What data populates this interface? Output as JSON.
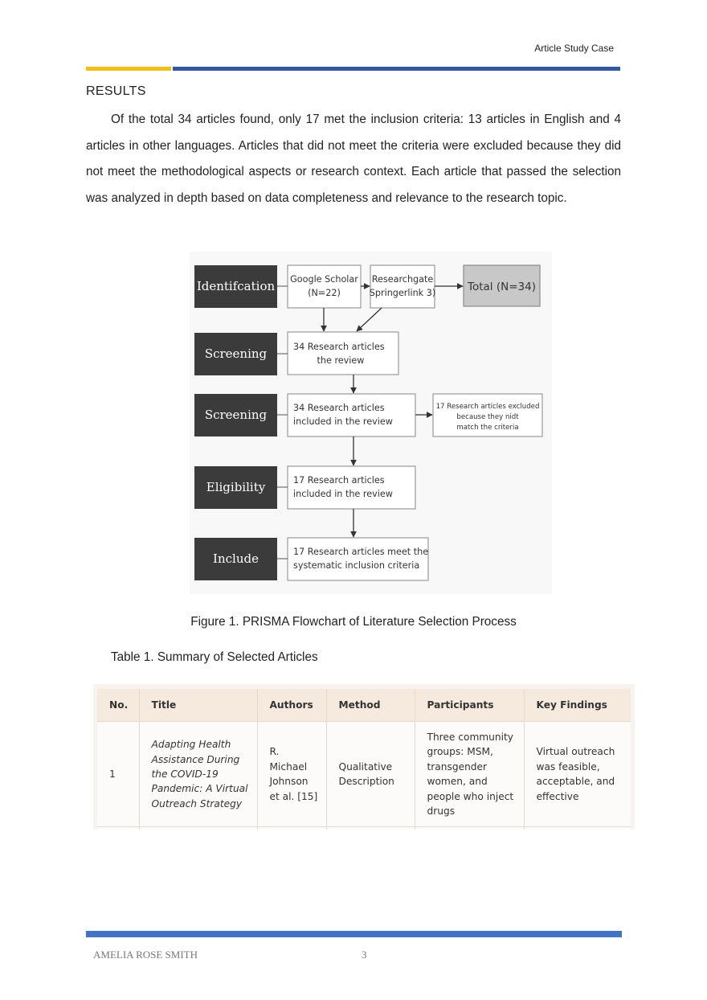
{
  "header": {
    "title": "Article Study Case"
  },
  "section": {
    "heading": "RESULTS"
  },
  "body": {
    "paragraph": "Of the total 34 articles found, only 17 met the inclusion criteria: 13 articles in English and 4 articles in other languages. Articles that did not meet the criteria were excluded because they did not meet the methodological aspects or research context. Each article that passed the selection was analyzed in depth based on data completeness and relevance to the research topic."
  },
  "flowchart": {
    "stages": [
      "Identifcation",
      "Screening",
      "Screening",
      "Eligibility",
      "Include"
    ],
    "google": [
      "Google Scholar",
      "(N=22)"
    ],
    "researchgate": [
      "Researchgate",
      "Springerlink 3)"
    ],
    "total": "Total (N=34)",
    "box2": [
      "34 Research articles",
      "the review"
    ],
    "box3": [
      "34 Research articles",
      "included in the review"
    ],
    "excluded": [
      "17 Research articles excluded",
      "because they nidt",
      "match the criteria"
    ],
    "box4": [
      "17 Research articles",
      "included in the review"
    ],
    "box5": [
      "17 Research articles meet the",
      "systematic inclusion criteria"
    ]
  },
  "figure": {
    "caption": "Figure 1. PRISMA Flowchart of Literature Selection Process"
  },
  "table": {
    "caption": "Table 1. Summary of Selected Articles",
    "headers": [
      "No.",
      "Title",
      "Authors",
      "Method",
      "Participants",
      "Key Findings"
    ],
    "rows": [
      [
        "1",
        "Adapting Health Assistance During the COVID-19 Pandemic: A Virtual Outreach Strategy",
        "R. Michael Johnson et al. [15]",
        "Qualitative Description",
        "Three community groups: MSM, transgender women, and people who inject drugs",
        "Virtual outreach was feasible, acceptable, and effective"
      ]
    ]
  },
  "footer": {
    "author": "AMELIA ROSE SMITH",
    "page": "3"
  },
  "colors": {
    "accent_yellow": "#f2bf1a",
    "accent_blue": "#34579e",
    "footer_blue": "#4472c4",
    "stage_box": "#3b3b3b",
    "total_box": "#c8c8c8"
  }
}
